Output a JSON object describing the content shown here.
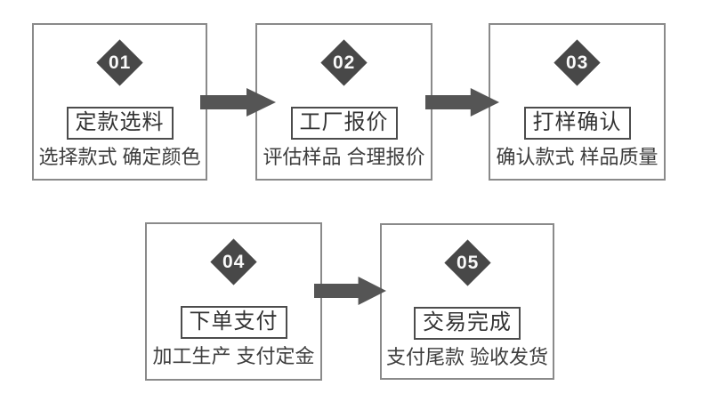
{
  "diagram": {
    "type": "process-flow",
    "background": "#ffffff",
    "colors": {
      "box_border": "#8a8a8a",
      "title_border": "#4c4c4c",
      "diamond_fill": "#484848",
      "diamond_number_text": "#fafafa",
      "arrow_fill": "#555555",
      "text": "#3d3d3d"
    },
    "steps": [
      {
        "number": "01",
        "title": "定款选料",
        "subtitle": "选择款式 确定颜色"
      },
      {
        "number": "02",
        "title": "工厂报价",
        "subtitle": "评估样品 合理报价"
      },
      {
        "number": "03",
        "title": "打样确认",
        "subtitle": "确认款式 样品质量"
      },
      {
        "number": "04",
        "title": "下单支付",
        "subtitle": "加工生产 支付定金"
      },
      {
        "number": "05",
        "title": "交易完成",
        "subtitle": "支付尾款 验收发货"
      }
    ],
    "connections": [
      {
        "from": "01",
        "to": "02"
      },
      {
        "from": "02",
        "to": "03"
      },
      {
        "from": "04",
        "to": "05"
      }
    ]
  }
}
